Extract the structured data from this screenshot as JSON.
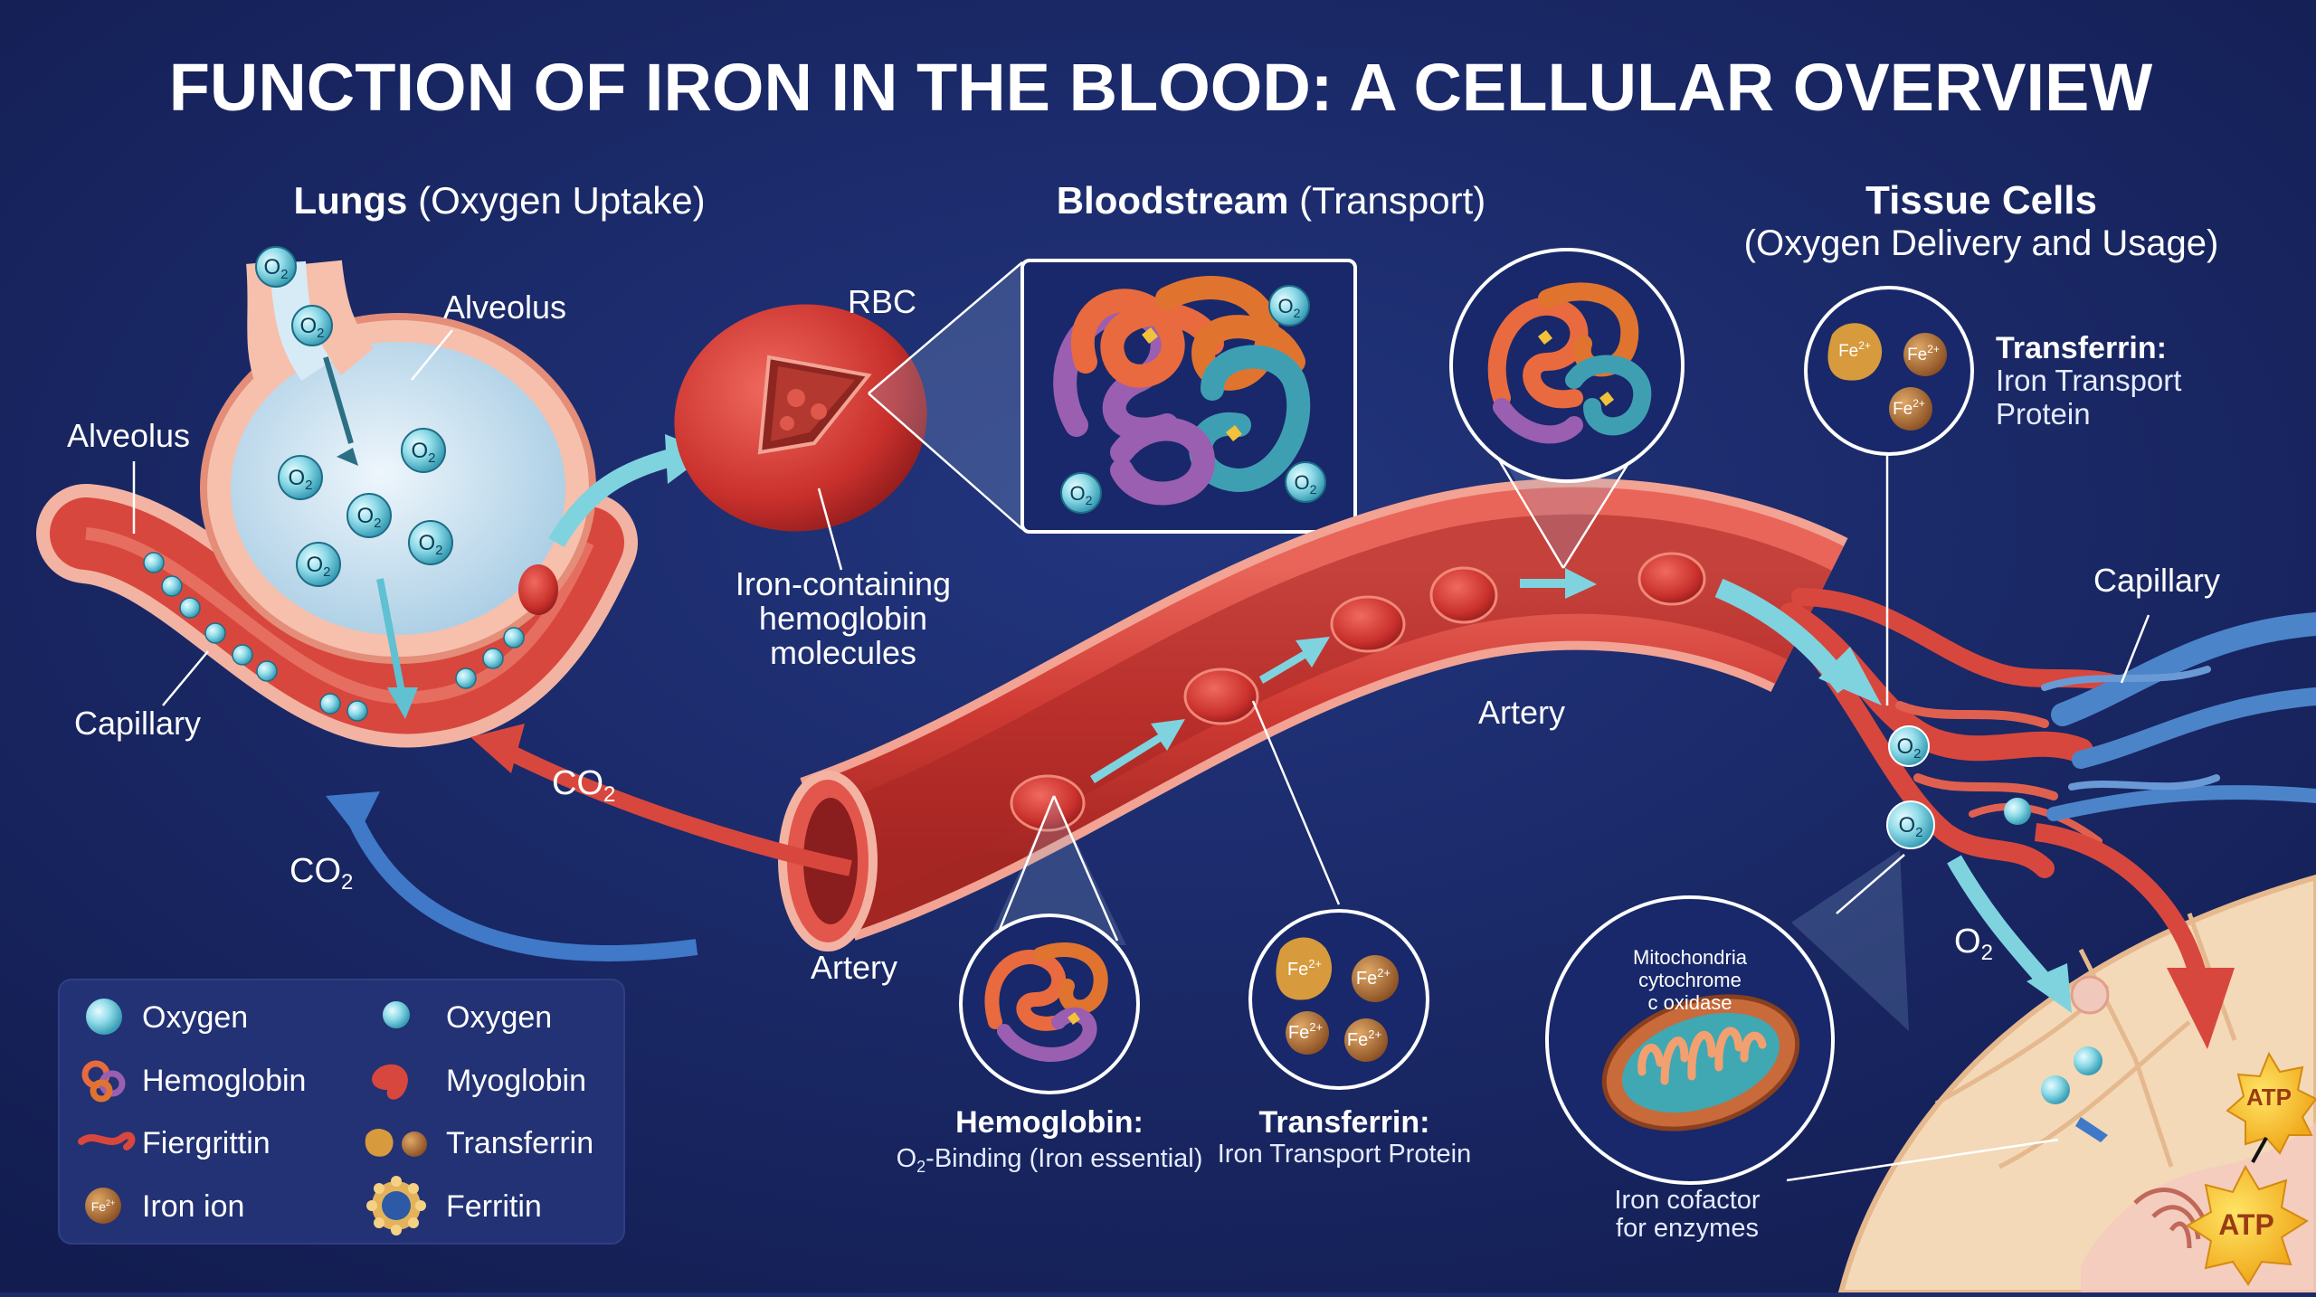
{
  "title": "FUNCTION OF IRON IN THE BLOOD: A CELLULAR OVERVIEW",
  "sections": {
    "lungs": {
      "bold": "Lungs",
      "rest": "(Oxygen Uptake)"
    },
    "bloodstream": {
      "bold": "Bloodstream",
      "rest": "(Transport)"
    },
    "tissue": {
      "bold": "Tissue Cells",
      "rest": "(Oxygen Delivery and Usage)"
    }
  },
  "labels": {
    "alveolus_top": "Alveolus",
    "alveolus_left": "Alveolus",
    "capillary_left": "Capillary",
    "rbc": "RBC",
    "iron_hb_1": "Iron-containing",
    "iron_hb_2": "hemoglobin",
    "iron_hb_3": "molecules",
    "artery_left": "Artery",
    "artery_mid": "Artery",
    "capillary_right": "Capillary",
    "co2_a": "CO",
    "co2_b": "CO",
    "co2_sub": "2",
    "o2": "O",
    "o2_sub": "2",
    "mito_1": "Mitochondria",
    "mito_2": "cytochrome",
    "mito_3": "c oxidase",
    "cofactor_1": "Iron cofactor",
    "cofactor_2": "for enzymes",
    "atp": "ATP",
    "fe": "Fe",
    "fe_sup": "2+"
  },
  "callouts": {
    "hemoglobin_title": "Hemoglobin:",
    "hemoglobin_desc_pre": "O",
    "hemoglobin_desc_sub": "2",
    "hemoglobin_desc_post": "-Binding (Iron essential)",
    "transferrin_mid_title": "Transferrin:",
    "transferrin_mid_desc": "Iron Transport Protein",
    "transferrin_right_title": "Transferrin:",
    "transferrin_right_desc1": "Iron Transport",
    "transferrin_right_desc2": "Protein"
  },
  "legend": [
    {
      "icon": "oxygen",
      "label": "Oxygen"
    },
    {
      "icon": "oxygen-small",
      "label": "Oxygen"
    },
    {
      "icon": "hemoglobin",
      "label": "Hemoglobin"
    },
    {
      "icon": "myoglobin",
      "label": "Myoglobin"
    },
    {
      "icon": "ferritin-chain",
      "label": "Fiergrittin"
    },
    {
      "icon": "transferrin",
      "label": "Transferrin"
    },
    {
      "icon": "iron-ion",
      "label": "Iron ion"
    },
    {
      "icon": "ferritin",
      "label": "Ferritin"
    }
  ],
  "colors": {
    "background": "#1b2a6b",
    "artery": "#d8453d",
    "vein": "#3f79c8",
    "oxygen": "#7fd8e6",
    "iron": "#b5743b"
  }
}
